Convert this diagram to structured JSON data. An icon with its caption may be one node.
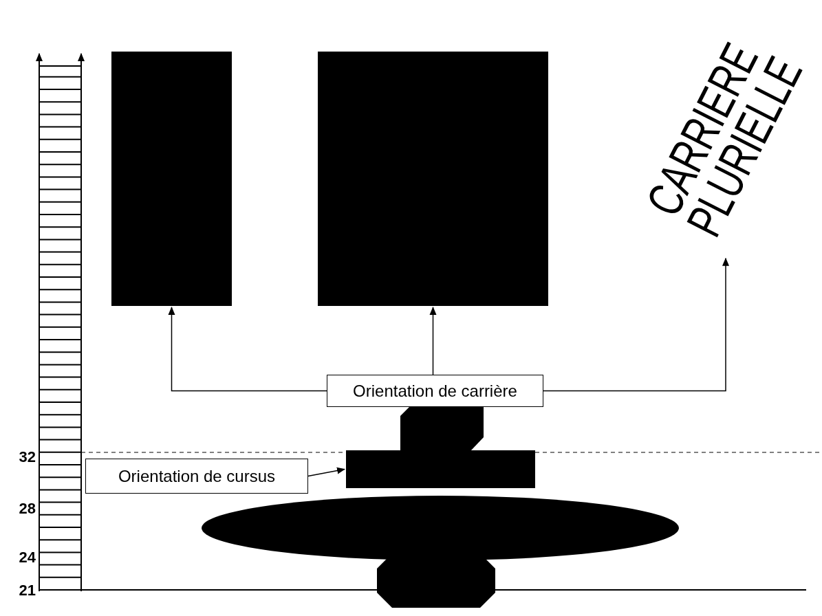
{
  "diagram": {
    "nodes": [
      {
        "text": [],
        "shape": "box"
      },
      {
        "text": [],
        "shape": "box"
      },
      {
        "text": [
          "CARRIERE PLURIELLE"
        ]
      },
      {
        "text": [
          "Orientation de carrière"
        ]
      },
      {
        "text": [],
        "shape": "box"
      },
      {
        "text": [
          "Orientation de cursus"
        ]
      }
    ],
    "edges": [
      {
        "from": 3,
        "to": 0,
        "arrow": "to"
      },
      {
        "from": 3,
        "to": 1,
        "arrow": "to"
      },
      {
        "from": 3,
        "to": 2,
        "arrow": "to"
      },
      {
        "from": 5,
        "to": 4,
        "arrow": "to"
      }
    ],
    "labels": [
      "32",
      "28",
      "24",
      "21"
    ]
  }
}
